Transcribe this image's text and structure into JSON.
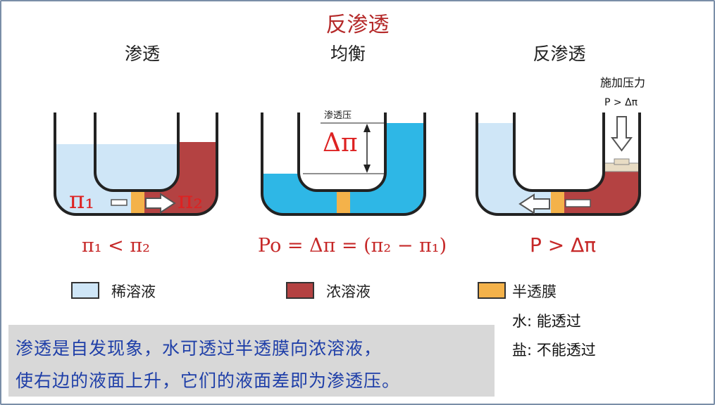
{
  "title": "反渗透",
  "panels": {
    "osmosis": {
      "heading": "渗透",
      "label_left": "π₁",
      "label_right": "π₂",
      "relation": "π₁ < π₂"
    },
    "equilibrium": {
      "heading": "均衡",
      "pressure_label": "渗透压",
      "delta": "Δπ",
      "relation": "Po = Δπ = (π₂ − π₁)"
    },
    "reverse": {
      "heading": "反渗透",
      "apply_label": "施加压力",
      "pressure_cond": "P > Δπ",
      "relation": "P > Δπ"
    }
  },
  "legend": {
    "dilute": "稀溶液",
    "concentrated": "浓溶液",
    "membrane": "半透膜",
    "water_note": "水: 能透过",
    "salt_note": "盐: 不能透过"
  },
  "summary": {
    "line1": "渗透是自发现象，水可透过半透膜向浓溶液，",
    "line2": "使右边的液面上升，它们的液面差即为渗透压。"
  },
  "colors": {
    "dilute": "#cfe6f7",
    "concentrated": "#b44242",
    "membrane": "#f4b24a",
    "equal_fill": "#2eb7e6",
    "title_red": "#b52a2a",
    "summary_blue": "#1f3fa8"
  }
}
